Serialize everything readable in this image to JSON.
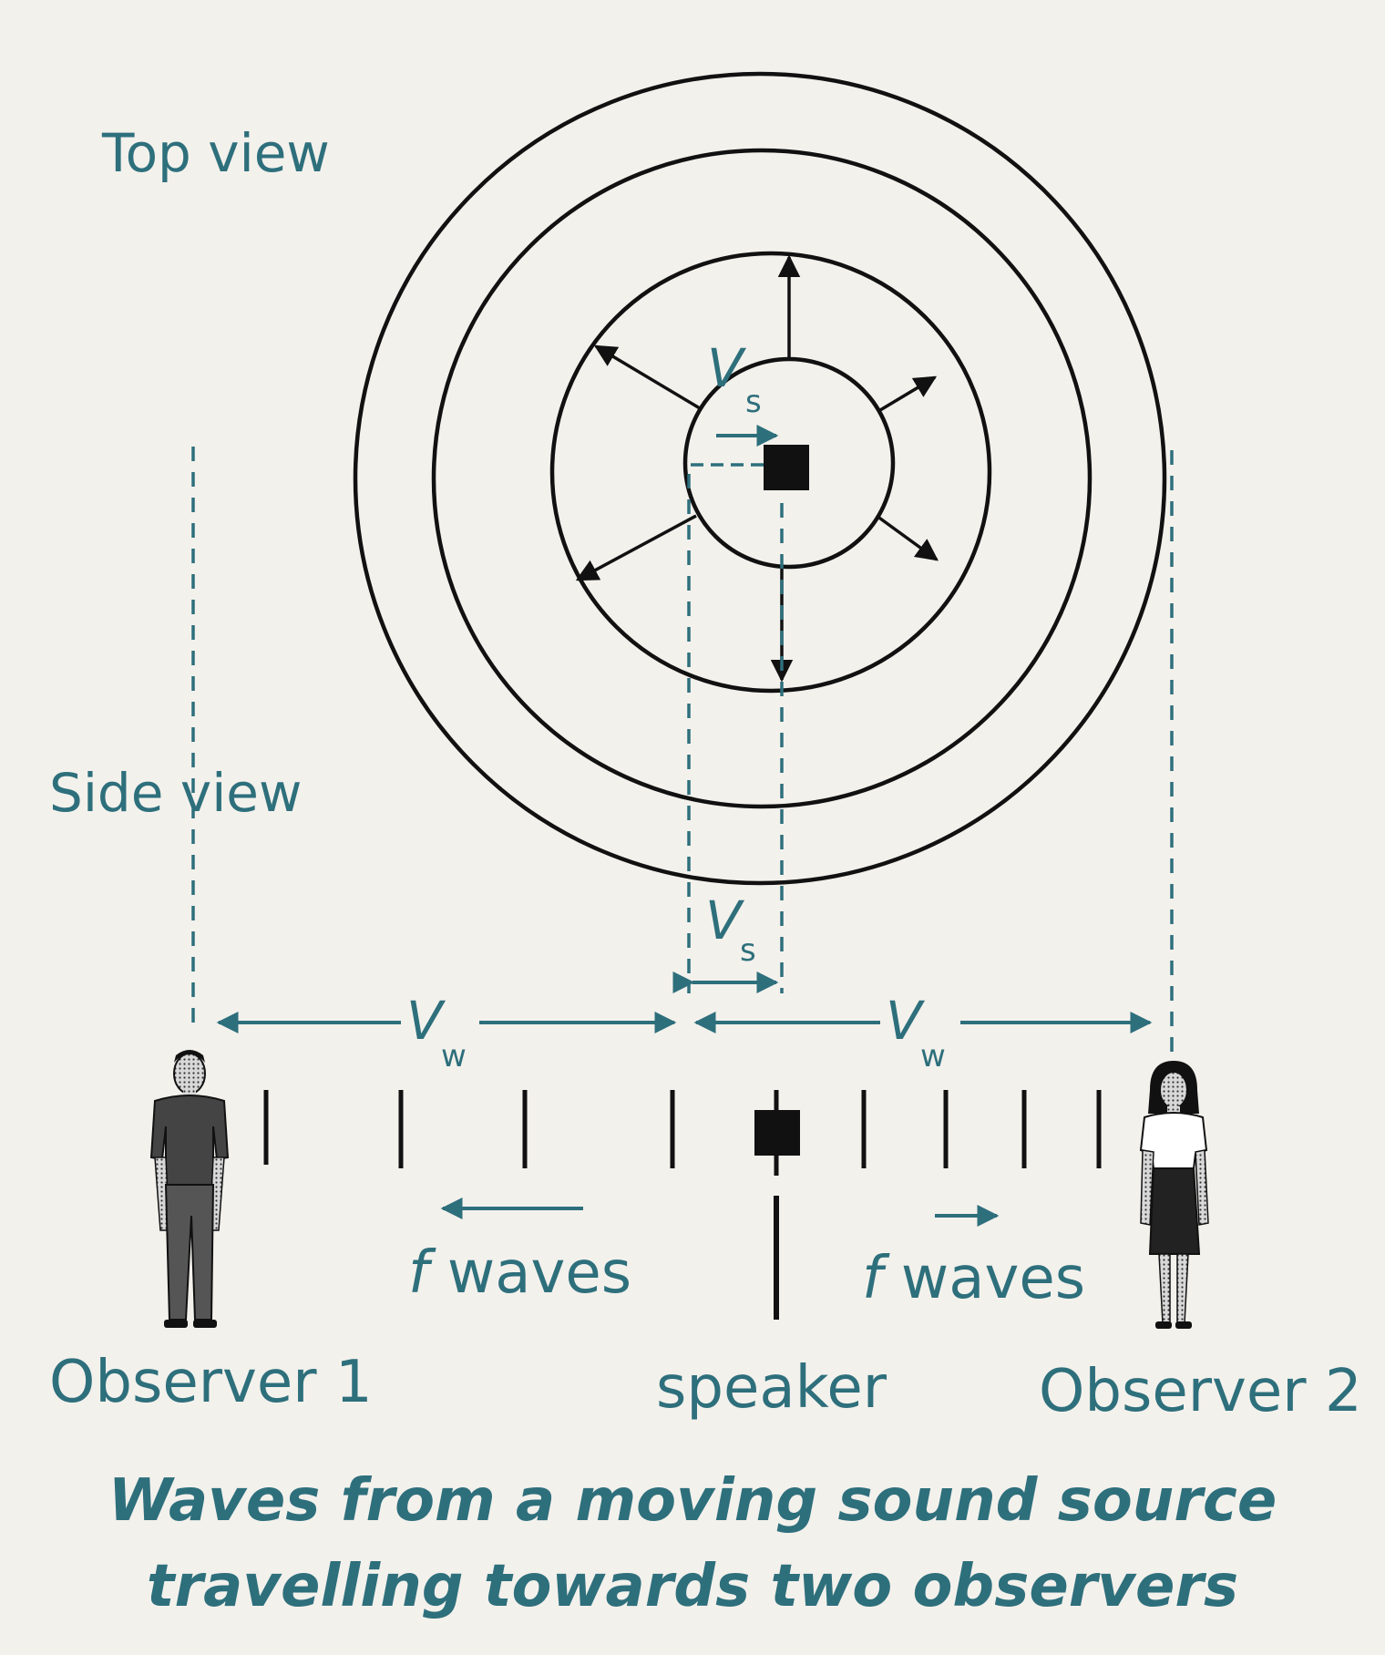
{
  "labels": {
    "top_view": "Top view",
    "side_view": "Side view",
    "vs_top": "V",
    "vs_top_sub": "s",
    "vs_side": "V",
    "vs_side_sub": "s",
    "vw_left": "V",
    "vw_left_sub": "w",
    "vw_right": "V",
    "vw_right_sub": "w",
    "f_waves_left": "f",
    "f_waves_left_word": " waves",
    "f_waves_right": "f",
    "f_waves_right_word": " waves",
    "observer_1": "Observer 1",
    "speaker": "speaker",
    "observer_2": "Observer 2"
  },
  "caption": {
    "line1": "Waves from a moving sound source",
    "line2": "travelling towards two observers"
  },
  "colors": {
    "teal": "#2e6f7c",
    "ink": "#111111",
    "paper": "#f3f1ec"
  },
  "icons": [
    "speaker-square-icon",
    "man-figure-icon",
    "woman-figure-icon"
  ]
}
